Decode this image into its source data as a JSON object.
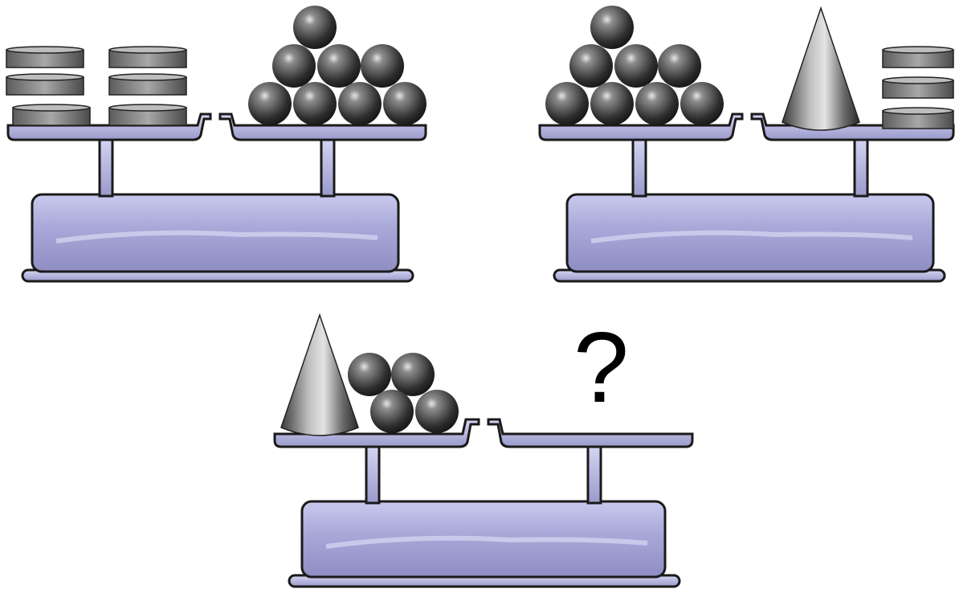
{
  "puzzle": {
    "question_mark": "?",
    "scales": [
      {
        "id": "scale-1",
        "left_pan": {
          "discs": 6,
          "balls": 0,
          "cones": 0
        },
        "right_pan": {
          "discs": 0,
          "balls": 8,
          "cones": 0
        }
      },
      {
        "id": "scale-2",
        "left_pan": {
          "discs": 0,
          "balls": 8,
          "cones": 0
        },
        "right_pan": {
          "discs": 3,
          "balls": 0,
          "cones": 1
        }
      },
      {
        "id": "scale-3",
        "left_pan": {
          "discs": 0,
          "balls": 4,
          "cones": 1
        },
        "right_pan": {
          "discs": 0,
          "balls": 0,
          "cones": 0,
          "unknown": true
        }
      }
    ]
  },
  "colors": {
    "scale_fill": "#a9a9d6",
    "scale_stroke": "#1a1a1a",
    "object_metal": "#5a5a5a",
    "object_highlight": "#d8d8d8"
  }
}
